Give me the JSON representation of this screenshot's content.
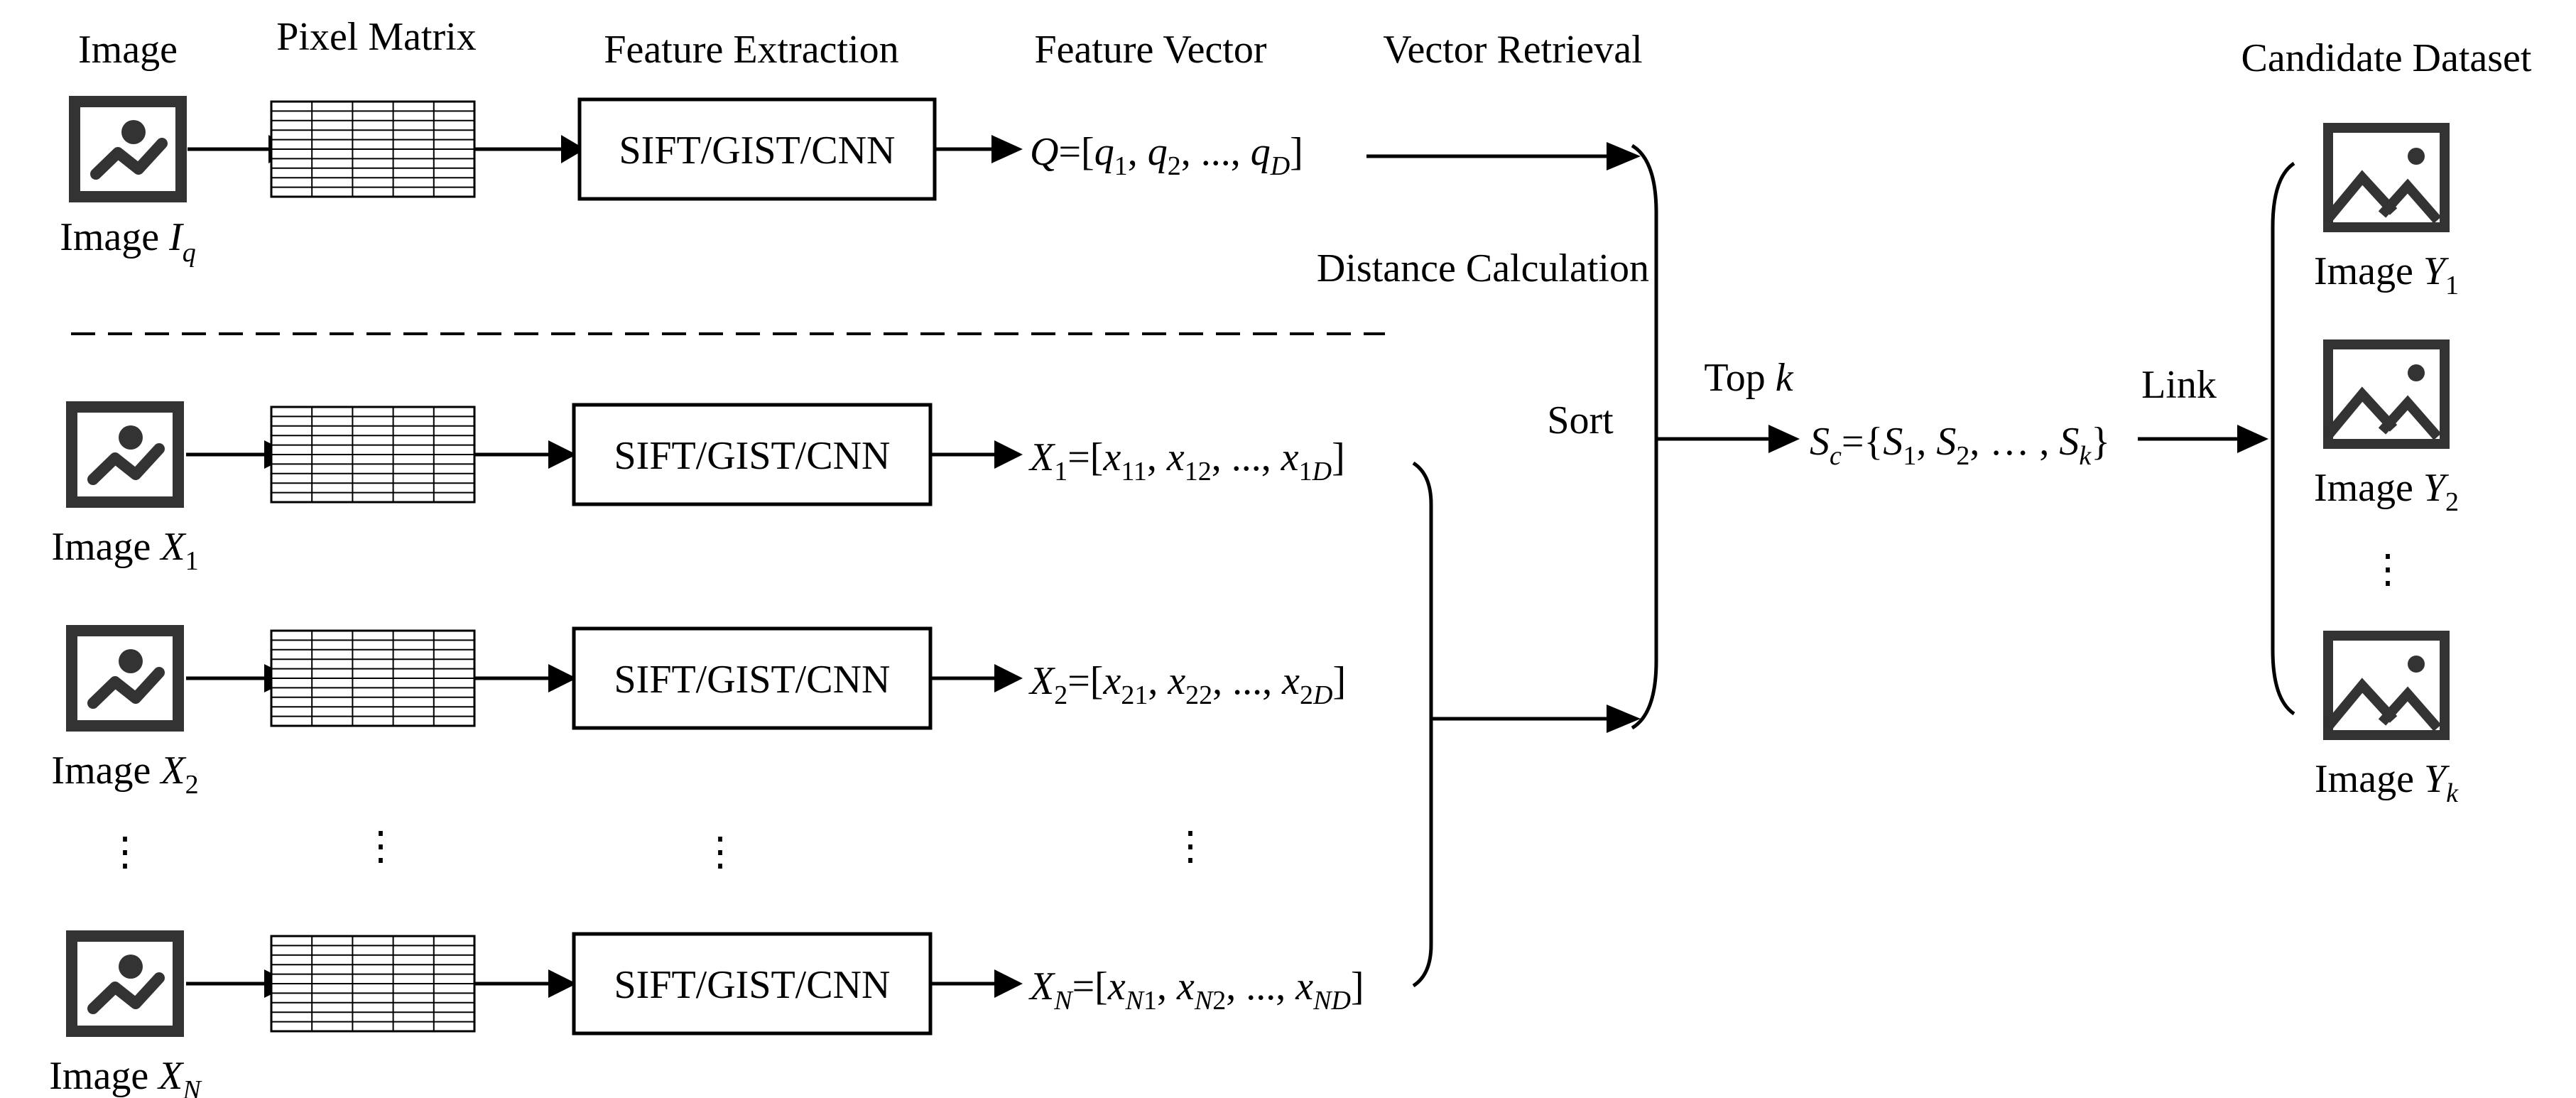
{
  "headers": {
    "image": "Image",
    "pixel_matrix": "Pixel Matrix",
    "feature_extraction": "Feature Extraction",
    "feature_vector": "Feature Vector",
    "vector_retrieval": "Vector Retrieval",
    "candidate_dataset": "Candidate Dataset"
  },
  "extractor_label": "SIFT/GIST/CNN",
  "query": {
    "image_label": "Image ",
    "image_var": "I",
    "image_sub": "q",
    "vector": [
      {
        "t": "Q",
        "it": true
      },
      {
        "t": "=["
      },
      {
        "t": "q",
        "it": true
      },
      {
        "t": "1",
        "sub": true
      },
      {
        "t": ", "
      },
      {
        "t": "q",
        "it": true
      },
      {
        "t": "2",
        "sub": true
      },
      {
        "t": ", ..., "
      },
      {
        "t": "q",
        "it": true
      },
      {
        "t": "D",
        "sub": true,
        "it": true
      },
      {
        "t": "]"
      }
    ]
  },
  "rows": [
    {
      "image_label": "Image ",
      "image_var": "X",
      "image_sub": "1",
      "vector": [
        {
          "t": "X",
          "it": true
        },
        {
          "t": "1",
          "sub": true
        },
        {
          "t": "=["
        },
        {
          "t": "x",
          "it": true
        },
        {
          "t": "11",
          "sub": true
        },
        {
          "t": ", "
        },
        {
          "t": "x",
          "it": true
        },
        {
          "t": "12",
          "sub": true
        },
        {
          "t": ", ..., "
        },
        {
          "t": "x",
          "it": true
        },
        {
          "t": "1",
          "sub": true
        },
        {
          "t": "D",
          "sub": true,
          "it": true
        },
        {
          "t": "]"
        }
      ]
    },
    {
      "image_label": "Image ",
      "image_var": "X",
      "image_sub": "2",
      "vector": [
        {
          "t": "X",
          "it": true
        },
        {
          "t": "2",
          "sub": true
        },
        {
          "t": "=["
        },
        {
          "t": "x",
          "it": true
        },
        {
          "t": "21",
          "sub": true
        },
        {
          "t": ", "
        },
        {
          "t": "x",
          "it": true
        },
        {
          "t": "22",
          "sub": true
        },
        {
          "t": ", ..., "
        },
        {
          "t": "x",
          "it": true
        },
        {
          "t": "2",
          "sub": true
        },
        {
          "t": "D",
          "sub": true,
          "it": true
        },
        {
          "t": "]"
        }
      ]
    },
    {
      "image_label": "Image ",
      "image_var": "X",
      "image_sub": "N",
      "image_sub_italic": true,
      "vector": [
        {
          "t": "X",
          "it": true
        },
        {
          "t": "N",
          "sub": true,
          "it": true
        },
        {
          "t": "=["
        },
        {
          "t": "x",
          "it": true
        },
        {
          "t": "N",
          "sub": true,
          "it": true
        },
        {
          "t": "1",
          "sub": true
        },
        {
          "t": ", "
        },
        {
          "t": "x",
          "it": true
        },
        {
          "t": "N",
          "sub": true,
          "it": true
        },
        {
          "t": "2",
          "sub": true
        },
        {
          "t": ", ..., "
        },
        {
          "t": "x",
          "it": true
        },
        {
          "t": "ND",
          "sub": true,
          "it": true
        },
        {
          "t": "]"
        }
      ]
    }
  ],
  "ellipsis": "⋮",
  "distance_calculation": "Distance Calculation",
  "sort": "Sort",
  "top_k": [
    {
      "t": "Top "
    },
    {
      "t": "k",
      "it": true
    }
  ],
  "link": "Link",
  "sc_set": [
    {
      "t": "S",
      "it": true
    },
    {
      "t": "c",
      "sub": true,
      "it": true
    },
    {
      "t": "={"
    },
    {
      "t": "S",
      "it": true
    },
    {
      "t": "1",
      "sub": true
    },
    {
      "t": ", "
    },
    {
      "t": "S",
      "it": true
    },
    {
      "t": "2",
      "sub": true
    },
    {
      "t": ", … , "
    },
    {
      "t": "S",
      "it": true
    },
    {
      "t": "k",
      "sub": true,
      "it": true
    },
    {
      "t": "}"
    }
  ],
  "candidates": [
    {
      "image_label": "Image ",
      "image_var": "Y",
      "image_sub": "1"
    },
    {
      "image_label": "Image ",
      "image_var": "Y",
      "image_sub": "2"
    },
    {
      "image_label": "Image ",
      "image_var": "Y",
      "image_sub": "k",
      "image_sub_italic": true
    }
  ],
  "colors": {
    "stroke": "#000000",
    "icon": "#333333",
    "background": "#ffffff"
  },
  "icons": {
    "input_image": "image-line-chart-icon",
    "candidate_image": "image-landscape-icon"
  }
}
